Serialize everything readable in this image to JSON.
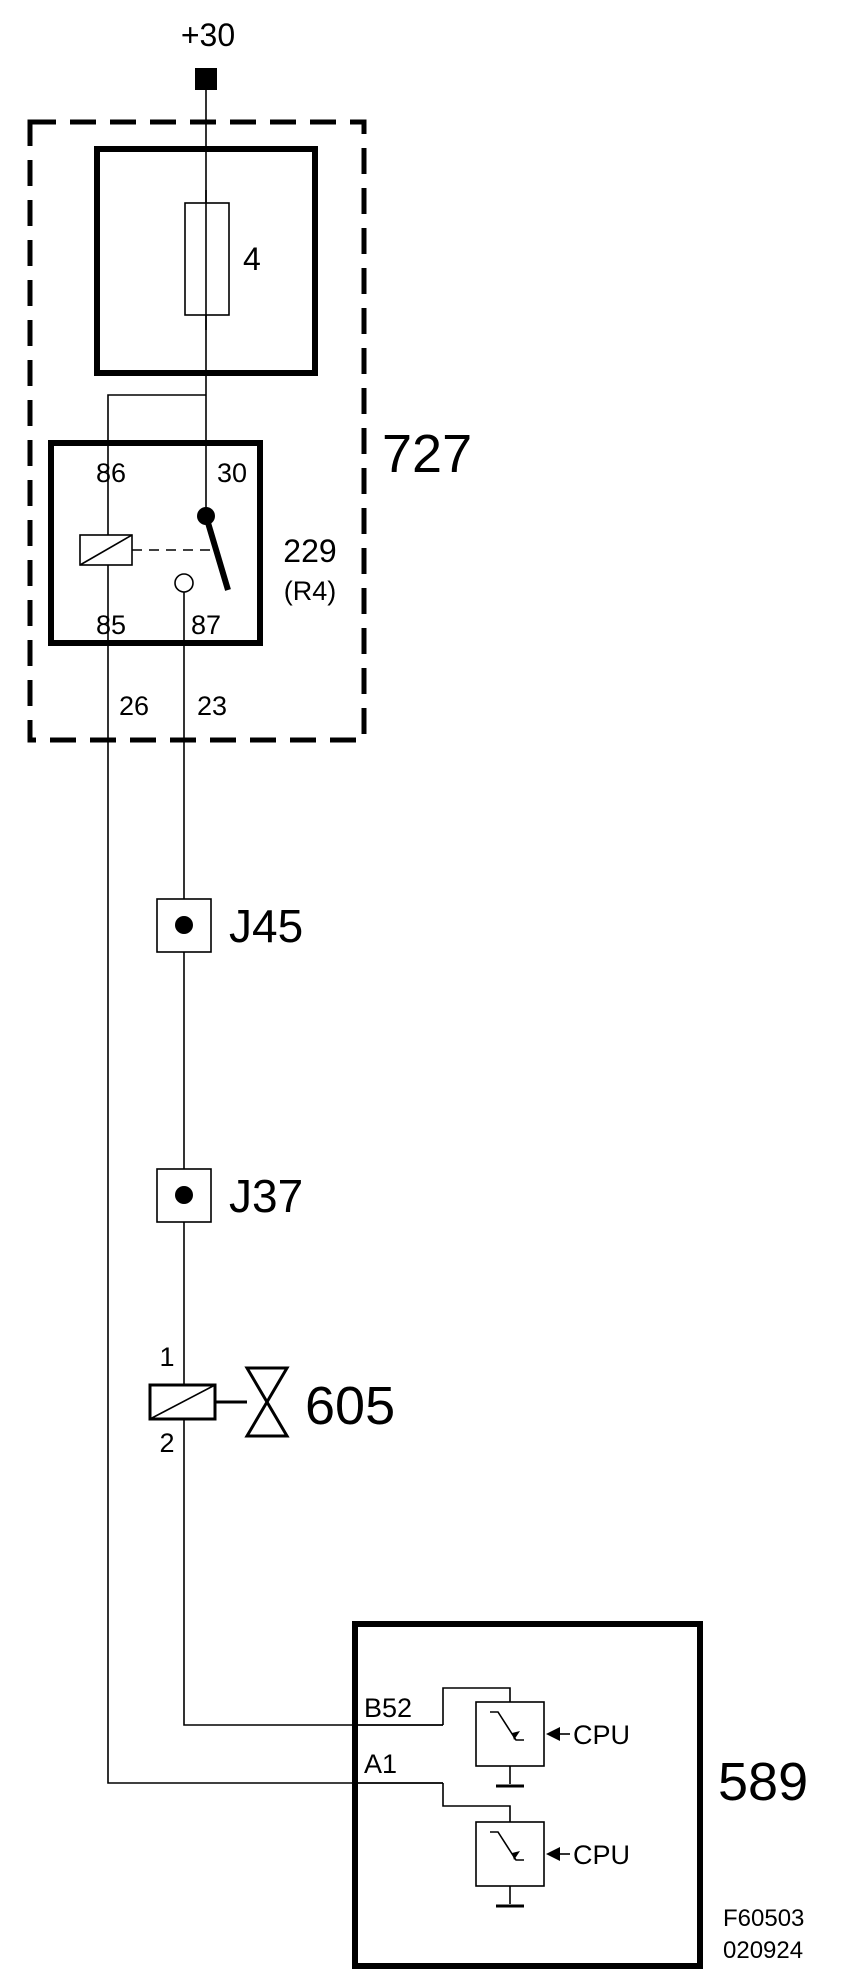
{
  "supply": {
    "label": "+30"
  },
  "fuse_holder": {
    "id": "727",
    "fuse_label": "4"
  },
  "relay": {
    "id": "229",
    "sub_id": "(R4)",
    "pins": {
      "p86": "86",
      "p30": "30",
      "p85": "85",
      "p87": "87"
    }
  },
  "harness_pins": {
    "left": "26",
    "right": "23"
  },
  "connectors": [
    {
      "id": "J45"
    },
    {
      "id": "J37"
    }
  ],
  "valve": {
    "id": "605",
    "pin_top": "1",
    "pin_bottom": "2"
  },
  "control_unit": {
    "id": "589",
    "pin_upper": "B52",
    "pin_lower": "A1",
    "driver_upper_label": "CPU",
    "driver_lower_label": "CPU"
  },
  "drawing_code": {
    "line1": "F60503",
    "line2": "020924"
  }
}
